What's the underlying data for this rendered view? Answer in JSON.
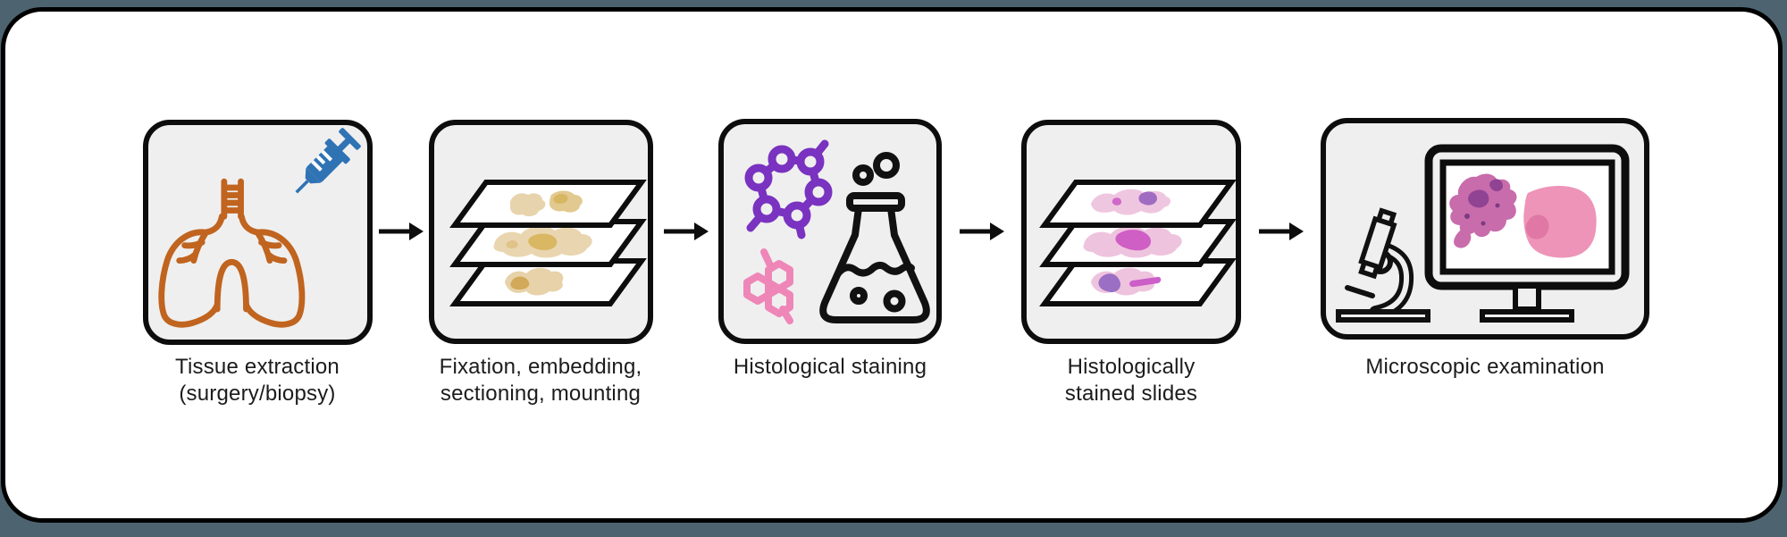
{
  "figure": {
    "description_visible_text_only": true,
    "steps": [
      {
        "id": "tissue-extraction",
        "icon": "lungs-syringe-icon",
        "label_lines": [
          "Tissue extraction",
          "(surgery/biopsy)"
        ]
      },
      {
        "id": "fixation-embedding",
        "icon": "slide-stack-unstained-icon",
        "label_lines": [
          "Fixation, embedding,",
          "sectioning, mounting"
        ]
      },
      {
        "id": "histological-staining",
        "icon": "stain-molecules-flask-icon",
        "label_lines": [
          "Histological staining"
        ]
      },
      {
        "id": "stained-slides",
        "icon": "slide-stack-stained-icon",
        "label_lines": [
          "Histologically",
          "stained slides"
        ]
      },
      {
        "id": "microscopic-examination",
        "icon": "microscope-monitor-icon",
        "label_lines": [
          "Microscopic examination"
        ]
      }
    ],
    "arrows": {
      "count": 4,
      "direction": "right",
      "color": "#0d0d0d"
    },
    "colors": {
      "outer_background": "#4d6470",
      "canvas": "#ffffff",
      "panel_fill": "#efefef",
      "panel_border": "#0d0d0d",
      "label_text": "#1c1c1c",
      "lungs_orange": "#c0641f",
      "syringe_blue": "#2f73b4",
      "tissue_tan_light": "#e7d2a9",
      "tissue_tan_dark": "#d8b763",
      "molecule_purple": "#7a32c0",
      "molecule_pink": "#ef86b8",
      "flask_outline": "#111111",
      "stain_pink_light": "#eec3de",
      "stain_magenta": "#cf5ec5",
      "stain_purple": "#9a6fc4",
      "screen_tissue_rose": "#ee94b8",
      "screen_tissue_magenta": "#c96cab",
      "screen_tissue_purple": "#8f4392"
    }
  }
}
